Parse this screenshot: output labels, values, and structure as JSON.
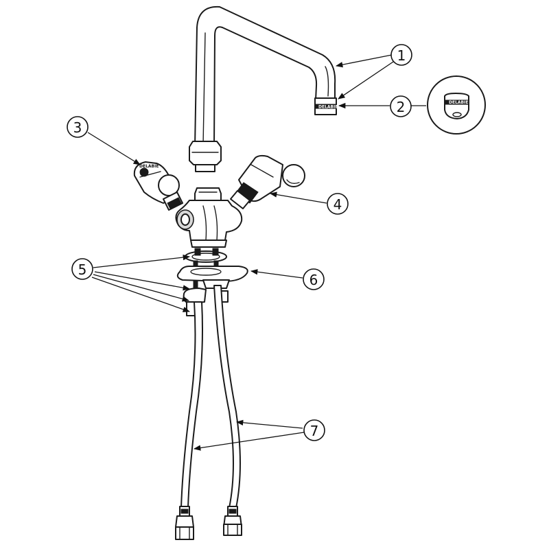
{
  "callouts": [
    {
      "number": "1"
    },
    {
      "number": "2"
    },
    {
      "number": "3"
    },
    {
      "number": "4"
    },
    {
      "number": "5"
    },
    {
      "number": "6"
    },
    {
      "number": "7"
    }
  ],
  "brand_marks": {
    "aerator_label": "DELABIE",
    "detail_label": "DELABIE",
    "handle_label": "DELABIE"
  },
  "colors": {
    "line": "#1a1a1a",
    "fill": "#ffffff"
  }
}
